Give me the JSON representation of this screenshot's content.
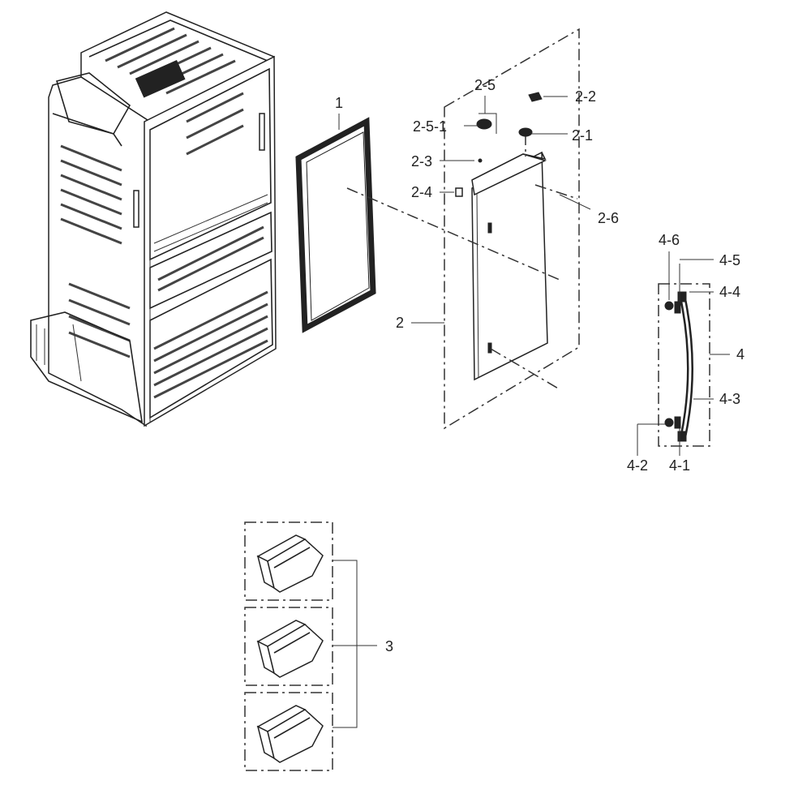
{
  "callouts": {
    "c1": "1",
    "c2": "2",
    "c2_1": "2-1",
    "c2_2": "2-2",
    "c2_3": "2-3",
    "c2_4": "2-4",
    "c2_5": "2-5",
    "c2_5_1": "2-5-1",
    "c2_6": "2-6",
    "c3": "3",
    "c4": "4",
    "c4_1": "4-1",
    "c4_2": "4-2",
    "c4_3": "4-3",
    "c4_4": "4-4",
    "c4_5": "4-5",
    "c4_6": "4-6"
  }
}
